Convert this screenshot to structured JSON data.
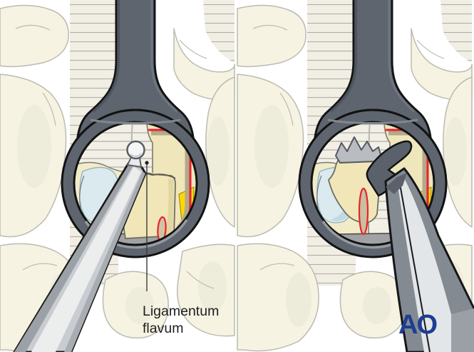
{
  "annotation": {
    "line1": "Ligamentum",
    "line2": "flavum"
  },
  "logo": {
    "text": "AO"
  },
  "colors": {
    "tube_gray": "#5e656f",
    "bone_cream": "#f6f3e3",
    "stripe_tissue": "#f1eee4",
    "nerve_red": "#e8232f",
    "highlight_yellow": "#fdd703",
    "dura_blue": "#daeaef",
    "tan_band": "#b3a98c",
    "logo_blue": "#1d3e92"
  }
}
